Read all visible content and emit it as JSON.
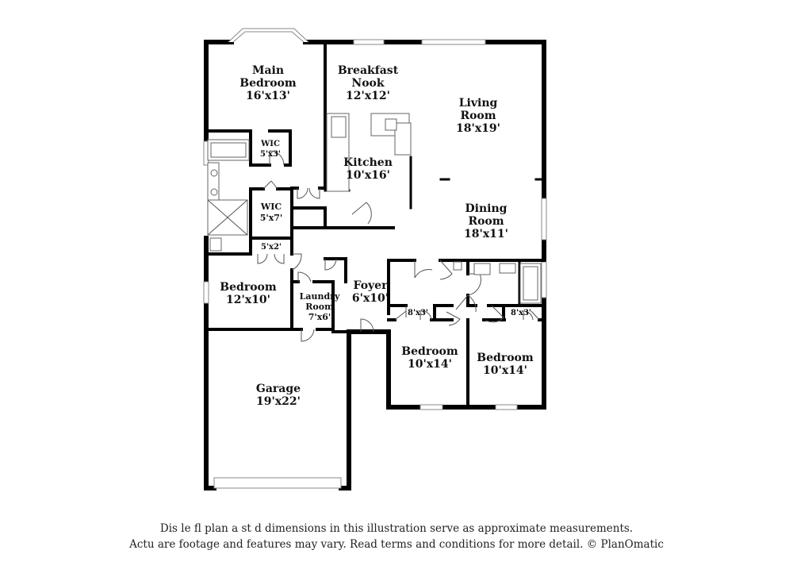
{
  "rooms": {
    "main_bedroom": {
      "name_line1": "Main",
      "name_line2": "Bedroom",
      "size": "16'x13'"
    },
    "breakfast_nook": {
      "name_line1": "Breakfast",
      "name_line2": "Nook",
      "size": "12'x12'"
    },
    "living_room": {
      "name_line1": "Living",
      "name_line2": "Room",
      "size": "18'x19'"
    },
    "kitchen": {
      "name": "Kitchen",
      "size": "10'x16'"
    },
    "dining_room": {
      "name_line1": "Dining",
      "name_line2": "Room",
      "size": "18'x11'"
    },
    "wic_small": {
      "name": "WIC",
      "size": "5'x3'"
    },
    "wic_large": {
      "name": "WIC",
      "size": "5'x7'"
    },
    "closet_5x2": {
      "size": "5'x2'"
    },
    "bedroom_west": {
      "name": "Bedroom",
      "size": "12'x10'"
    },
    "laundry_room": {
      "name_line1": "Laundry",
      "name_line2": "Room",
      "size": "7'x6'"
    },
    "foyer": {
      "name": "Foyer",
      "size": "6'x10'"
    },
    "closet_8x3_a": {
      "size": "8'x3'"
    },
    "closet_8x3_b": {
      "size": "8'x3'"
    },
    "bedroom_center": {
      "name": "Bedroom",
      "size": "10'x14'"
    },
    "bedroom_east": {
      "name": "Bedroom",
      "size": "10'x14'"
    },
    "garage": {
      "name": "Garage",
      "size": "19'x22'"
    }
  },
  "disclaimer": {
    "line1": "Dis        le fl    plan a    st    d dimensions in this illustration serve as approximate measurements.",
    "line2": "Actu      are footage and features may vary. Read terms and conditions for more detail. © PlanOmatic"
  }
}
